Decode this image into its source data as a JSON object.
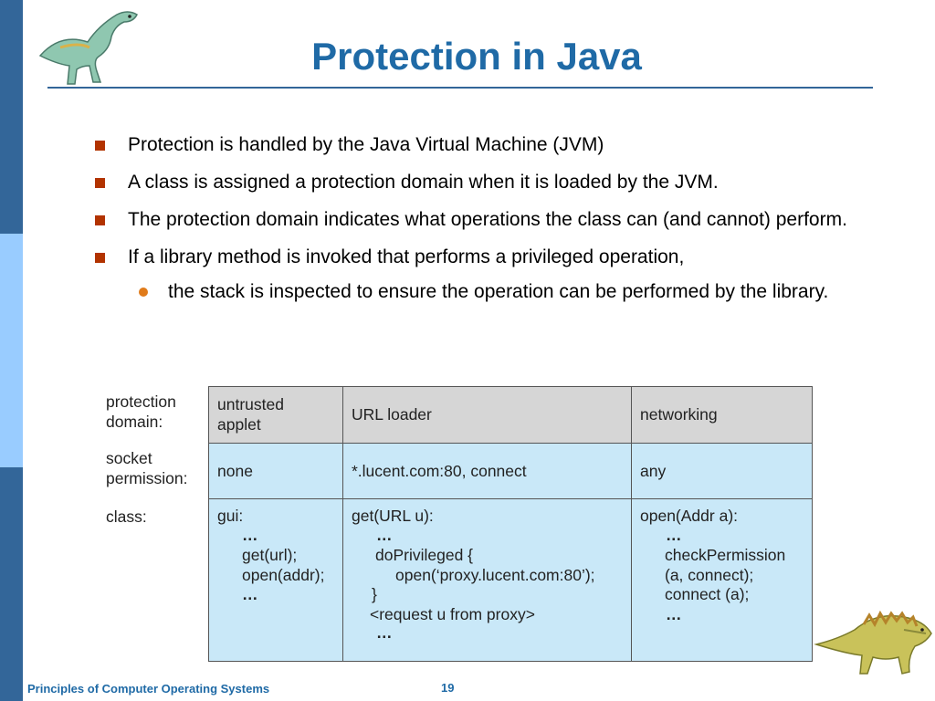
{
  "slide": {
    "title": "Protection in Java",
    "bullets": [
      "Protection is handled by the Java Virtual Machine (JVM)",
      "A class is assigned a protection domain when it is loaded by the JVM.",
      "The protection domain indicates what operations the class can (and cannot) perform.",
      "If a library method is invoked that performs a privileged operation,"
    ],
    "sub_bullets": [
      "the stack is inspected to ensure the operation can be performed by the library."
    ]
  },
  "figure": {
    "row_labels": {
      "domain_1": "protection",
      "domain_2": "domain:",
      "socket_1": "socket",
      "socket_2": "permission:",
      "class": "class:"
    },
    "domains": {
      "col1_line1": "untrusted",
      "col1_line2": "applet",
      "col2": "URL loader",
      "col3": "networking"
    },
    "permissions": [
      "none",
      "*.lucent.com:80, connect",
      "any"
    ],
    "classes": {
      "col1": [
        "gui:",
        "…",
        "get(url);",
        "open(addr);",
        "…"
      ],
      "col2": [
        "get(URL u):",
        "…",
        "doPrivileged {",
        "open(‘proxy.lucent.com:80’);",
        "}",
        "<request u from proxy>",
        "…"
      ],
      "col3": [
        "open(Addr a):",
        "…",
        "checkPermission",
        "(a, connect);",
        "connect (a);",
        "…"
      ]
    }
  },
  "footer": {
    "course": "Principles of Computer Operating Systems",
    "page_number": "19"
  },
  "icons": [
    "dinosaur-logo-icon",
    "dinosaur-corner-icon",
    "square-bullet-icon",
    "round-bullet-icon"
  ],
  "colors": {
    "title": "#1f6aa6",
    "stripe_dark": "#336699",
    "stripe_light": "#99ccff",
    "bullet": "#b23300",
    "sub_bullet": "#e07b1a",
    "table_header": "#d6d6d6",
    "table_body": "#c9e8f8"
  }
}
